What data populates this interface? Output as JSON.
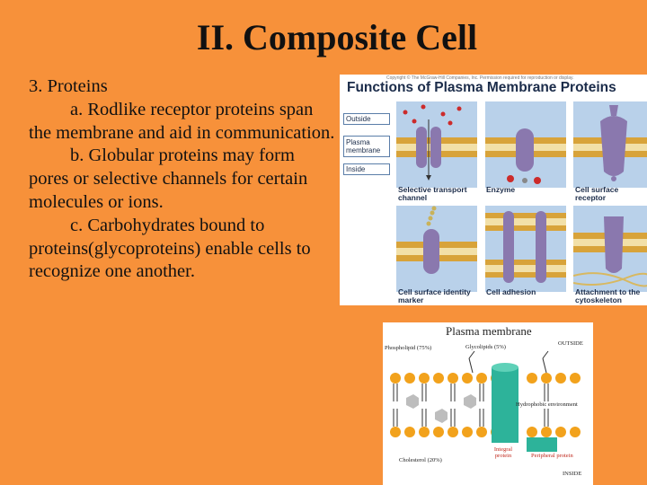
{
  "slide": {
    "title": "II.  Composite Cell",
    "lines": [
      "3.  Proteins",
      "a. Rodlike receptor proteins span the membrane and aid in communication.",
      "b. Globular proteins may form pores or selective channels for certain molecules or ions.",
      "c.  Carbohydrates bound to proteins(glycoproteins) enable cells to recognize one another."
    ]
  },
  "figure1": {
    "copyright": "Copyright © The McGraw-Hill Companies, Inc. Permission required for reproduction or display.",
    "title": "Functions of Plasma Membrane Proteins",
    "legend": [
      "Outside",
      "Plasma membrane",
      "Inside"
    ],
    "panels": [
      "Selective transport channel",
      "Enzyme",
      "Cell surface receptor",
      "Cell surface identity marker",
      "Cell adhesion",
      "Attachment to the cytoskeleton"
    ],
    "colors": {
      "membrane": "#d8a33a",
      "protein": "#8a78ae",
      "panel": "#b9d1ea"
    }
  },
  "figure2": {
    "title": "Plasma membrane",
    "phospholipid": "Phospholipid (75%)",
    "glycolipids": "Glycolipids (5%)",
    "outside": "OUTSIDE",
    "hydrophobic": "Hydrophobic environment",
    "cholesterol": "Cholesterol (20%)",
    "integral": "Integral protein",
    "peripheral": "Peripheral protein",
    "inside": "INSIDE",
    "colors": {
      "heads": "#f2a21c",
      "integral": "#2db39a",
      "labels_red": "#c0281c"
    }
  }
}
